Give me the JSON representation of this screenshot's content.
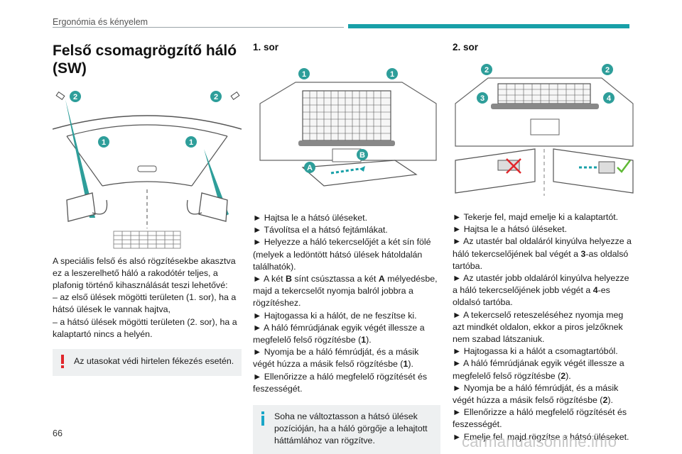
{
  "header": {
    "section": "Ergonómia és kényelem"
  },
  "page_number": "66",
  "watermark": "carmanualsonline.info",
  "col1": {
    "title": "Felső csomagrögzítő háló (SW)",
    "fig_labels": [
      "2",
      "2",
      "1",
      "1"
    ],
    "intro": [
      "A speciális felső és alsó rögzítésekbe akasztva ez a leszerelhető háló a rakodótér teljes, a plafonig történő kihasználását teszi lehetővé:",
      "– az első ülések mögötti területen (1. sor), ha a hátsó ülések le vannak hajtva,",
      "– a hátsó ülések mögötti területen (2. sor), ha a kalaptartó nincs a helyén."
    ],
    "warning": "Az utasokat védi hirtelen fékezés esetén."
  },
  "col2": {
    "heading": "1. sor",
    "fig_labels": [
      "1",
      "1",
      "A",
      "B"
    ],
    "steps": [
      "► Hajtsa le a hátsó üléseket.",
      "► Távolítsa el a hátsó fejtámlákat.",
      "► Helyezze a háló tekercselőjét a két sín fölé (melyek a ledöntött hátsó ülések hátoldalán találhatók).",
      "► A két B sínt csúsztassa a két A mélyedésbe, majd a tekercselőt nyomja balról jobbra a rögzítéshez.",
      "► Hajtogassa ki a hálót, de ne feszítse ki.",
      "► A háló fémrúdjának egyik végét illessze a megfelelő felső rögzítésbe (1).",
      "► Nyomja be a háló fémrúdját, és a másik végét húzza a másik felső rögzítésbe (1).",
      "► Ellenőrizze a háló megfelelő rögzítését és feszességét."
    ],
    "info": "Soha ne változtasson a hátsó ülések pozícióján, ha a háló görgője a lehajtott háttámlához van rögzítve."
  },
  "col3": {
    "heading": "2. sor",
    "fig_labels": [
      "2",
      "2",
      "3",
      "4"
    ],
    "steps": [
      "► Tekerje fel, majd emelje ki a kalaptartót.",
      "► Hajtsa le a hátsó üléseket.",
      "► Az utastér bal oldaláról kinyúlva helyezze a háló tekercselőjének bal végét a 3-as oldalsó tartóba.",
      "► Az utastér jobb oldaláról kinyúlva helyezze a háló tekercselőjének jobb végét a 4-es oldalsó tartóba.",
      "► A tekercselő reteszeléséhez nyomja meg azt mindkét oldalon, ekkor a piros jelzőknek nem szabad látszaniuk.",
      "► Hajtogassa ki a hálót a csomagtartóból.",
      "► A háló fémrúdjának egyik végét illessze a megfelelő felső rögzítésbe (2).",
      "► Nyomja be a háló fémrúdját, és a másik végét húzza a másik felső rögzítésbe (2).",
      "► Ellenőrizze a háló megfelelő rögzítését és feszességét.",
      "► Emelje fel, majd rögzítse a hátsó üléseket."
    ]
  },
  "colors": {
    "accent": "#18a0a8",
    "warning": "#e0262b",
    "info": "#1aa6c8",
    "label_fill": "#2e9e9a"
  }
}
